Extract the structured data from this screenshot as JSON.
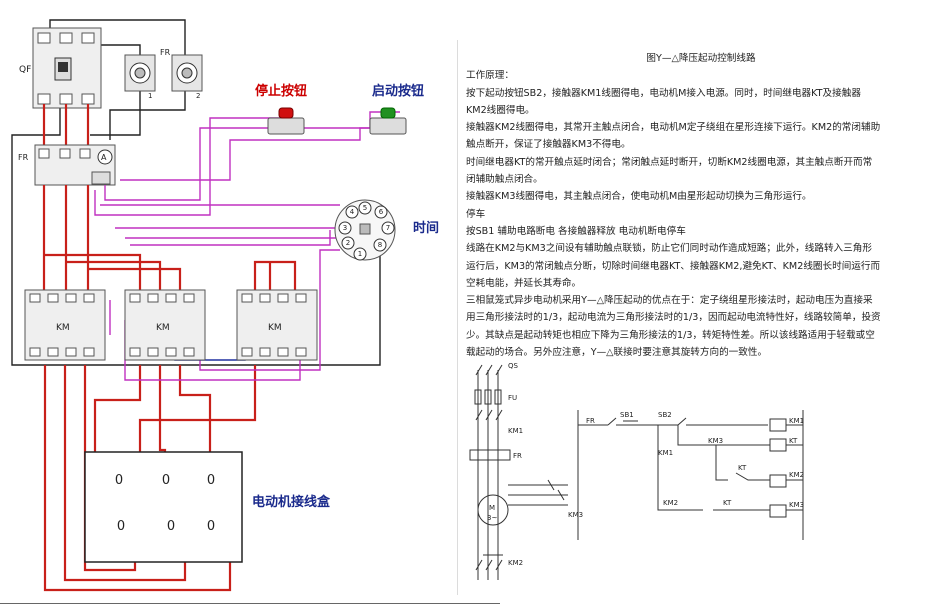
{
  "diagram": {
    "labels": {
      "qf": "QF",
      "fr_top": "FR",
      "fr_side": "FR",
      "lamp1": "1",
      "lamp2": "2",
      "ammeter": "A",
      "km": "KM",
      "stop_button": "停止按钮",
      "start_button": "启动按钮",
      "timer": "时间",
      "motor_box": "电动机接线盒",
      "terminal": "0",
      "relay_pins": [
        "1",
        "2",
        "3",
        "4",
        "5",
        "6",
        "7",
        "8"
      ]
    },
    "colors": {
      "red_wire": "#c8201a",
      "purple_wire": "#c030c0",
      "blue_wire": "#2030a0",
      "black_wire": "#222222",
      "stop_btn": "#d01010",
      "start_btn": "#209020"
    }
  },
  "text": {
    "title": "图Y—△降压起动控制线路",
    "lines": [
      "工作原理：",
      "按下起动按钮SB2，接触器KM1线圈得电，电动机M接入电源。同时，时间继电器KT及接触器",
      "KM2线圈得电。",
      "接触器KM2线圈得电，其常开主触点闭合，电动机M定子绕组在星形连接下运行。KM2的常闭辅助",
      "触点断开，保证了接触器KM3不得电。",
      "时间继电器KT的常开触点延时闭合；常闭触点延时断开，切断KM2线圈电源，其主触点断开而常",
      "闭辅助触点闭合。",
      "接触器KM3线圈得电，其主触点闭合，使电动机M由星形起动切换为三角形运行。",
      "停车",
      "按SB1 辅助电路断电  各接触器释放  电动机断电停车",
      "线路在KM2与KM3之间设有辅助触点联锁，防止它们同时动作造成短路；此外，线路转入三角形",
      "运行后，KM3的常闭触点分断，切除时间继电器KT、接触器KM2,避免KT、KM2线圈长时间运行而",
      "空耗电能，并延长其寿命。",
      "三相鼠笼式异步电动机采用Y—△降压起动的优点在于：定子绕组星形接法时，起动电压为直接采",
      "用三角形接法时的1/3，起动电流为三角形接法时的1/3，因而起动电流特性好，线路较简单，投资",
      "少。其缺点是起动转矩也相应下降为三角形接法的1/3，转矩特性差。所以该线路适用于轻载或空",
      "载起动的场合。另外应注意，Y—△联接时要注意其旋转方向的一致性。"
    ]
  },
  "schematic": {
    "qs": "QS",
    "fu": "FU",
    "km1_main": "KM1",
    "fr_main": "FR",
    "motor": "M",
    "motor_sub": "3~",
    "km3_main": "KM3",
    "km2_main": "KM2",
    "fr_ctrl": "FR",
    "sb1": "SB1",
    "sb2": "SB2",
    "km1_aux": "KM1",
    "km3_aux1": "KM3",
    "kt_coil": "KT",
    "kt_contact": "KT",
    "km2_coil": "KM2",
    "km2_aux": "KM2",
    "kt_aux": "KT",
    "km3_coil": "KM3",
    "km1_coil": "KM1"
  }
}
